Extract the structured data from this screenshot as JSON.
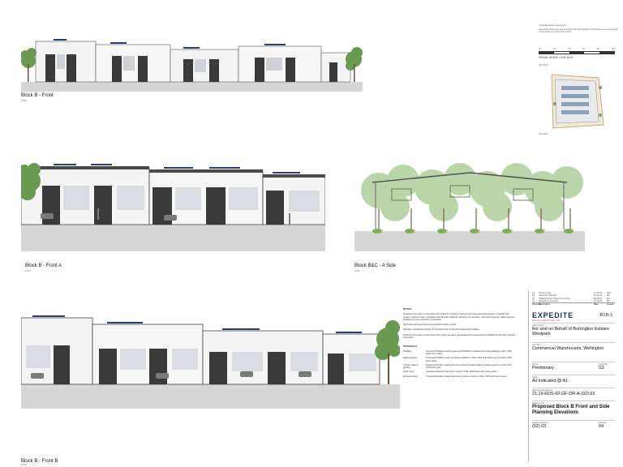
{
  "elevations": {
    "front": {
      "title": "Block B - Front",
      "scale": "1:100"
    },
    "front_a": {
      "title": "Block B - Front A",
      "scale": "1:100"
    },
    "front_b": {
      "title": "Block B - Front B",
      "scale": "1:100"
    },
    "side": {
      "title": "Block B&C - A Side",
      "scale": "1:100"
    }
  },
  "top_right": {
    "company": "© Expedite Design Services Ltd.",
    "note": "Figured dimensions are only to be taken from this drawing. All dimensions are to be checked on site before any work is put in hand.",
    "scale_ticks": [
      "0m",
      "2m",
      "4m",
      "6m",
      "8m",
      "10m"
    ],
    "scale_label": "VISUAL SCALE 1:100 @ A1",
    "key_plan_label": "KEY PLAN",
    "key_plan_caption": "Key Guide"
  },
  "notes": {
    "heading": "NOTES",
    "p1": "Drawing to be read in conjunction with wall floor/ ceiling & wall types and the associated project, proposed site section, window & door schedules and all other drawings issued by the architect, structural engineer, M&E engineer, quantity surveyor and other consultants.",
    "p2": "Roof dimensions and layout coordination shall to guide.",
    "p3": "Elevation coordinates identify the finished face of external areas of the building.",
    "p4": "Drawing to be read in conjunction with ceiling set plans, associated structural engineers details and all other relevant information.",
    "materials_heading": "MATERIALS",
    "materials": [
      {
        "name": "Cladding",
        "desc": "Proposed Profiled metal Kingspan KS1000RW insulated horizontal cladding in RAL 7035 Light Grey colour."
      },
      {
        "name": "Roofing Sheet",
        "desc": "Proposed Profiled metal roof panels cladding in RAL 7016 Anthracite Grey and RAL 9002 Grey White."
      },
      {
        "name": "Curtain walling / glazing",
        "desc": "Proposed Powder coated aluminium framed curtain walling window systems in RAL 7016 Anthracite Grey."
      },
      {
        "name": "Roller Door",
        "desc": "Insulated sectional roller door system in RAL 9006 silver with vision panel."
      },
      {
        "name": "Entrance doors",
        "desc": "Proposed Powder coated aluminium entrance system in RAL 7016 with vision panel."
      }
    ]
  },
  "title_block": {
    "revisions": [
      {
        "rev": "04",
        "desc": "Tender Issue",
        "date": "17.05.22",
        "by": "RJS"
      },
      {
        "rev": "03",
        "desc": "Issued for Planning",
        "date": "10.12.21",
        "by": "BS"
      },
      {
        "rev": "02",
        "desc": "Updated as per Client Comments",
        "date": "08.10.21",
        "by": "BS"
      },
      {
        "rev": "01",
        "desc": "Issued For Comment",
        "date": "14.09.21",
        "by": "BS"
      }
    ],
    "rev_headers": {
      "rev": "Revision",
      "desc": "Description",
      "date": "Date",
      "by": "Issued"
    },
    "logo": "EXPEDITE",
    "logo_tagline": "DESIGN SERVICES LTD",
    "riba": "RIBA",
    "client_label": "Client Name",
    "client_name": "For and on Behalf of Burrington Estates Westpark",
    "job_title_label": "Job Title",
    "job_title": "Commercial Warehouses, Wellington",
    "status_label": "Status",
    "status": "Preliminary",
    "suitability_label": "Suitability",
    "suitability": "S3",
    "scale_label": "Scale",
    "scale": "As indicated @ A1",
    "doc_ref_label": "Document Reference",
    "doc_ref": "21.19-EDS-02-GF-DR-A-(02).03",
    "drawing_title_label": "Drawing Title",
    "drawing_title": "Proposed Block B Front and Side Planning Elevations",
    "drawing_number_label": "Drawing Number",
    "drawing_number": "(02).03",
    "revision_label": "Revision",
    "revision": "04"
  }
}
